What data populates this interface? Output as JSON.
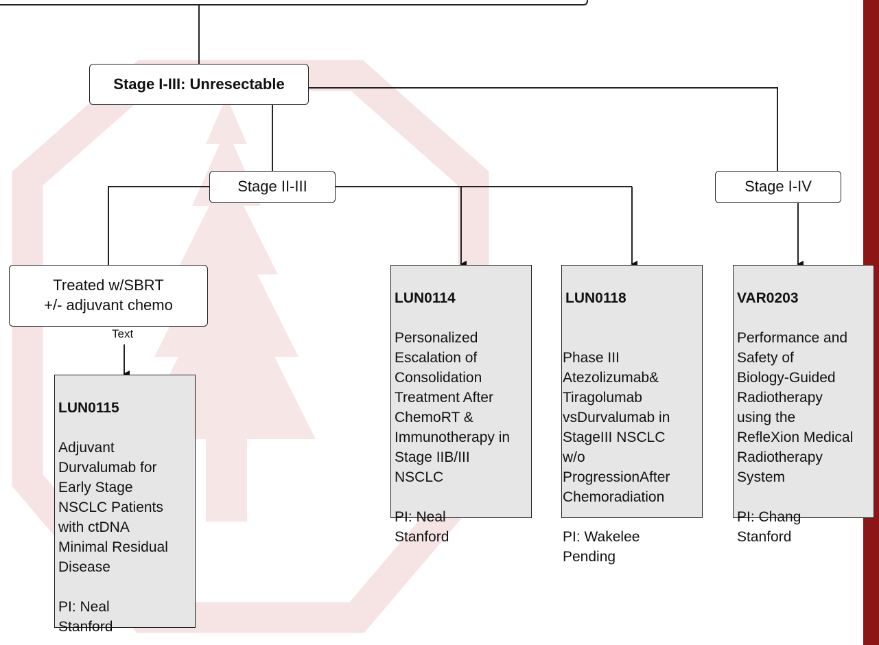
{
  "colors": {
    "accent": "#8c1515",
    "watermark": "#f3dede",
    "trial_fill": "#e6e6e6"
  },
  "watermark_icon": "stanford-tree-logo",
  "nodes": {
    "unresectable": "Stage I-III: Unresectable",
    "stage_2_3": "Stage II-III",
    "stage_1_4": "Stage I-IV",
    "sbrt_line1": "Treated w/SBRT",
    "sbrt_line2": "+/- adjuvant chemo"
  },
  "edge_label": "Text",
  "trials": {
    "lun0115": {
      "id": "LUN0115",
      "body": "Adjuvant\nDurvalumab for\nEarly Stage\nNSCLC Patients\nwith ctDNA\nMinimal Residual\nDisease\n\nPI: Neal\nStanford"
    },
    "lun0114": {
      "id": "LUN0114",
      "body": "Personalized\nEscalation of\nConsolidation\nTreatment After\nChemoRT &\nImmunotherapy in\nStage IIB/III\nNSCLC\n\nPI: Neal\nStanford"
    },
    "lun0118": {
      "id": "LUN0118",
      "body": "\nPhase III\nAtezolizumab&\nTiragolumab\nvsDurvalumab in\nStageIII NSCLC\nw/o\nProgressionAfter\nChemoradiation\n\nPI: Wakelee\nPending"
    },
    "var0203": {
      "id": "VAR0203",
      "body": "Performance and\nSafety of\nBiology-Guided\nRadiotherapy\nusing the\nRefleXion Medical\nRadiotherapy\nSystem\n\nPI: Chang\nStanford"
    }
  }
}
